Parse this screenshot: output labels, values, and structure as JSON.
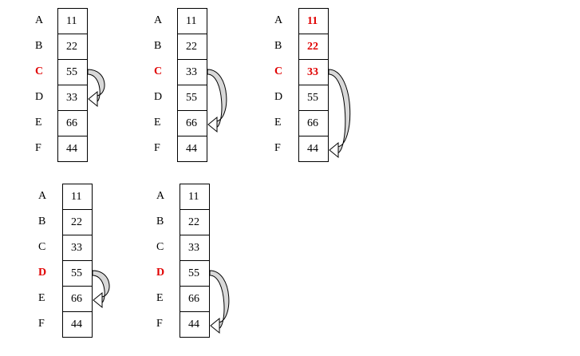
{
  "panels": [
    {
      "labels": [
        "A",
        "B",
        "C",
        "D",
        "E",
        "F"
      ],
      "values": [
        "11",
        "22",
        "55",
        "33",
        "66",
        "44"
      ],
      "highlight_labels": [
        2
      ],
      "highlight_values": [],
      "arrow": {
        "from": 2,
        "to": 3
      }
    },
    {
      "labels": [
        "A",
        "B",
        "C",
        "D",
        "E",
        "F"
      ],
      "values": [
        "11",
        "22",
        "33",
        "55",
        "66",
        "44"
      ],
      "highlight_labels": [
        2
      ],
      "highlight_values": [],
      "arrow": {
        "from": 2,
        "to": 4
      }
    },
    {
      "labels": [
        "A",
        "B",
        "C",
        "D",
        "E",
        "F"
      ],
      "values": [
        "11",
        "22",
        "33",
        "55",
        "66",
        "44"
      ],
      "highlight_labels": [
        2
      ],
      "highlight_values": [
        0,
        1,
        2
      ],
      "arrow": {
        "from": 2,
        "to": 5
      }
    },
    {
      "labels": [
        "A",
        "B",
        "C",
        "D",
        "E",
        "F"
      ],
      "values": [
        "11",
        "22",
        "33",
        "55",
        "66",
        "44"
      ],
      "highlight_labels": [
        3
      ],
      "highlight_values": [],
      "arrow": {
        "from": 3,
        "to": 4
      }
    },
    {
      "labels": [
        "A",
        "B",
        "C",
        "D",
        "E",
        "F"
      ],
      "values": [
        "11",
        "22",
        "33",
        "55",
        "66",
        "44"
      ],
      "highlight_labels": [
        3
      ],
      "highlight_values": [],
      "arrow": {
        "from": 3,
        "to": 5
      }
    }
  ],
  "colors": {
    "highlight": "#e00000",
    "stroke": "#000000",
    "arrow_fill": "#d8d8d8"
  }
}
